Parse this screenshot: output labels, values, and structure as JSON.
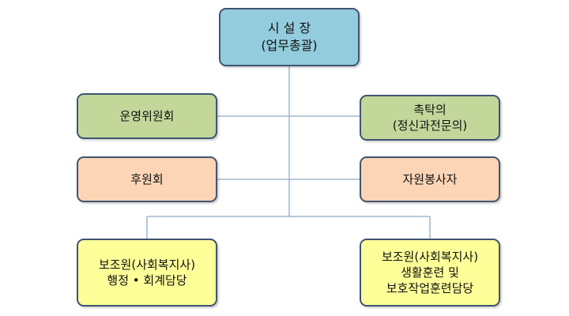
{
  "nodes": {
    "head": {
      "line1": "시 설 장",
      "line2": "(업무총괄)",
      "color": "#93cddd"
    },
    "committee": {
      "line1": "운영위원회",
      "color": "#c4d79b"
    },
    "psychiatrist": {
      "line1": "촉탁의",
      "line2": "(정신과전문의)",
      "color": "#c4d79b"
    },
    "supporters": {
      "line1": "후원회",
      "color": "#fbd5b5"
    },
    "volunteers": {
      "line1": "자원봉사자",
      "color": "#fbd5b5"
    },
    "aide_admin": {
      "line1": "보조원(사회복지사)",
      "line2": "행정 • 회계담당",
      "color": "#ffff99"
    },
    "aide_training": {
      "line1": "보조원(사회복지사)",
      "line2": "생활훈련 및",
      "line3": "보호작업훈련담당",
      "color": "#ffff99"
    }
  },
  "colors": {
    "border": "#3f5471",
    "connector": "#8eaac8"
  }
}
